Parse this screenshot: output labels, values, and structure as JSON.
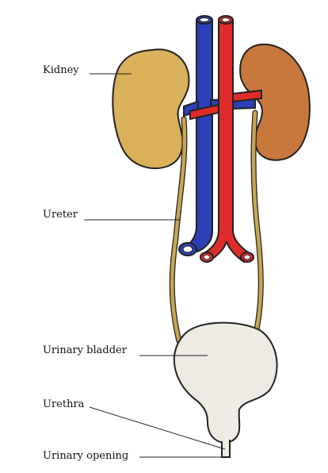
{
  "labels": {
    "kidney": "Kidney",
    "ureter": "Ureter",
    "bladder": "Urinary bladder",
    "urethra": "Urethra",
    "opening": "Urinary opening"
  },
  "colors": {
    "kidney_left": "#D8B15A",
    "kidney_right": "#C9783D",
    "vein": "#2B3FB8",
    "artery": "#E02B2B",
    "ureter": "#C8A552",
    "bladder": "#EEEAE4",
    "outline": "#222222"
  }
}
